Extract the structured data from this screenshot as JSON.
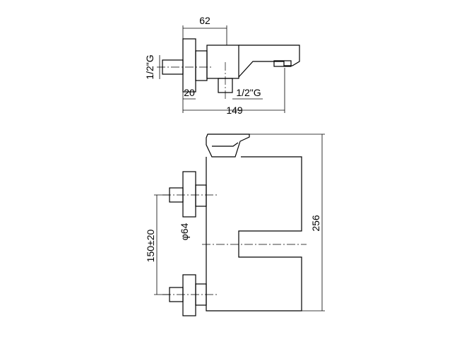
{
  "top_view": {
    "dims": {
      "width_top": "62",
      "inlet_thread": "1/2\"G",
      "depth_left": "20",
      "outlet_thread": "1/2\"G",
      "total_length": "149"
    }
  },
  "front_view": {
    "dims": {
      "height": "256",
      "diameter": "φ64",
      "centers": "150±20"
    }
  }
}
